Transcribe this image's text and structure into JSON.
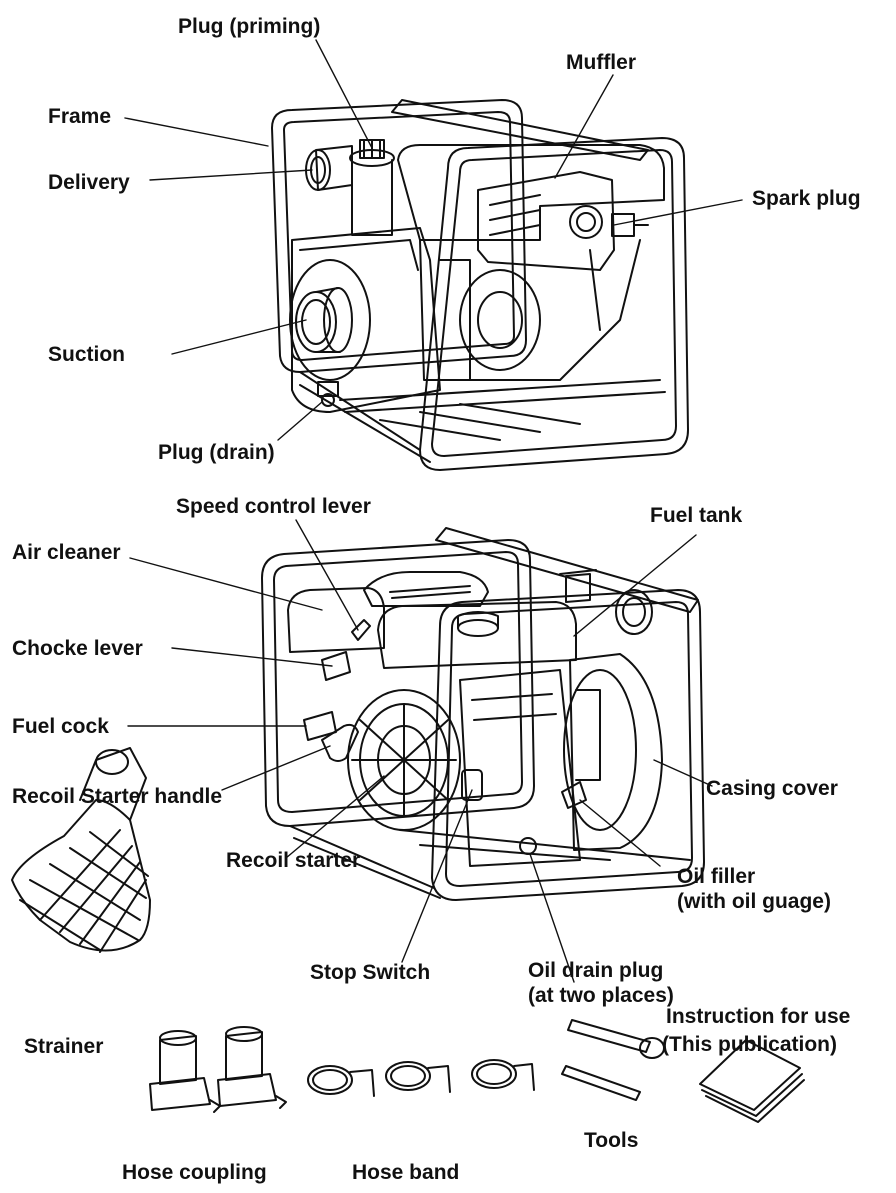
{
  "labels": {
    "plug_priming": "Plug (priming)",
    "muffler": "Muffler",
    "frame": "Frame",
    "delivery": "Delivery",
    "spark_plug": "Spark plug",
    "suction": "Suction",
    "plug_drain": "Plug (drain)",
    "speed_control_lever": "Speed control lever",
    "fuel_tank": "Fuel tank",
    "air_cleaner": "Air cleaner",
    "chocke_lever": "Chocke lever",
    "fuel_cock": "Fuel cock",
    "recoil_starter_handle": "Recoil Starter handle",
    "casing_cover": "Casing cover",
    "recoil_starter": "Recoil starter",
    "oil_filler_1": "Oil filler",
    "oil_filler_2": "(with oil guage)",
    "stop_switch": "Stop Switch",
    "oil_drain_1": "Oil drain plug",
    "oil_drain_2": "(at two places)",
    "instruction_1": "Instruction for use",
    "instruction_2": "(This publication)",
    "strainer": "Strainer",
    "hose_coupling": "Hose coupling",
    "hose_band": "Hose band",
    "tools": "Tools"
  }
}
